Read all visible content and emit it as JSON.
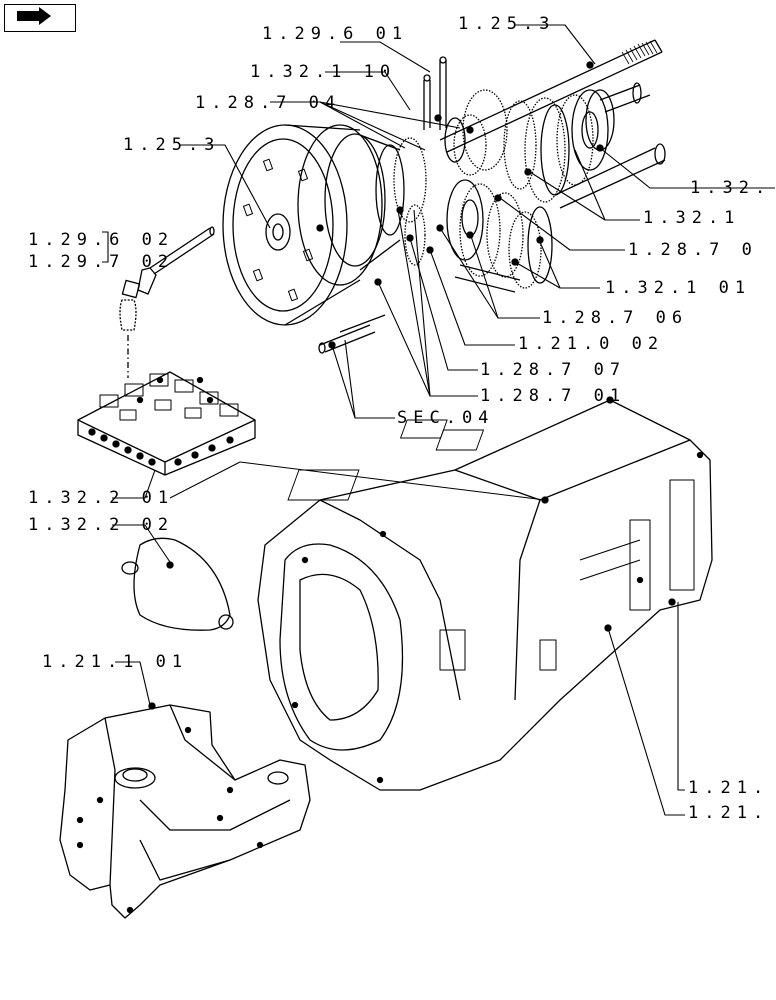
{
  "nav": {
    "icon": "forward-arrow-icon"
  },
  "refs": {
    "r_1_29_6_01_top": "1.29.6 01",
    "r_1_25_3_top": "1.25.3",
    "r_1_32_1_10": "1.32.1 10",
    "r_1_28_7_04": "1.28.7 04",
    "r_1_25_3_left": "1.25.3",
    "r_1_29_6_02": "1.29.6 02",
    "r_1_29_7_02": "1.29.7 02",
    "r_1_32_right": "1.32.",
    "r_1_32_1": "1.32.1",
    "r_1_28_7_0": "1.28.7 0",
    "r_1_32_1_01": "1.32.1 01",
    "r_1_28_7_06": "1.28.7 06",
    "r_1_21_0_02": "1.21.0 02",
    "r_1_28_7_07": "1.28.7 07",
    "r_1_28_7_01": "1.28.7 01",
    "r_sec_04": "SEC.04",
    "r_1_32_2_01": "1.32.2 01",
    "r_1_32_2_02": "1.32.2 02",
    "r_1_21_1_01": "1.21.1 01",
    "r_1_21_a": "1.21.",
    "r_1_21_b": "1.21."
  }
}
